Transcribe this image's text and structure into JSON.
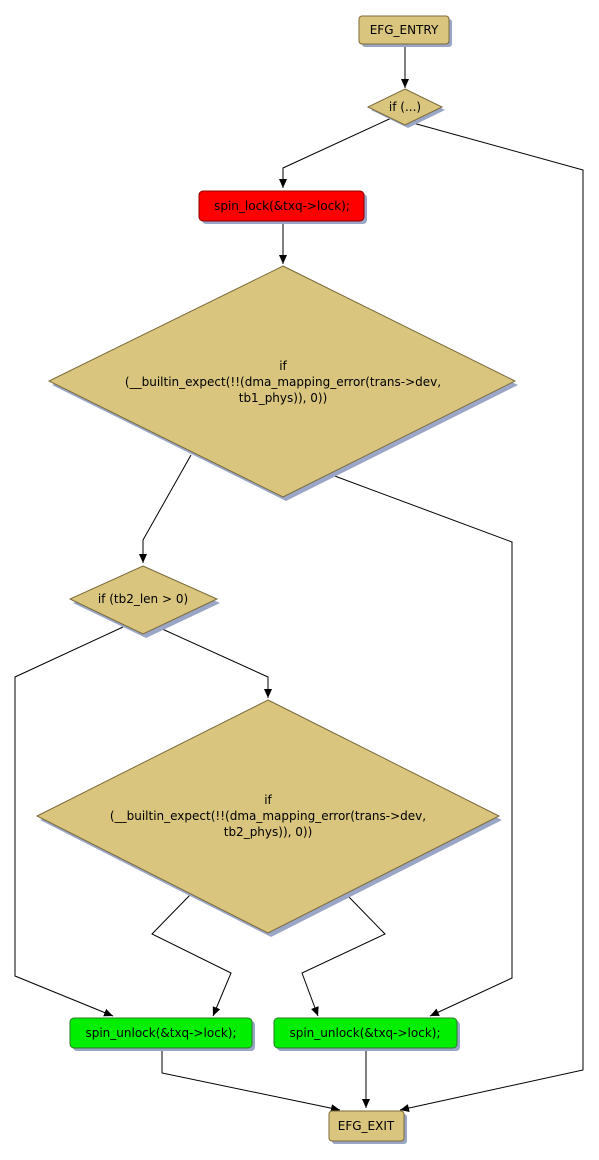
{
  "colors": {
    "decision_fill": "#D9C57E",
    "terminal_fill": "#D9C57E",
    "lock_fill": "#FF0000",
    "unlock_fill": "#00EE00",
    "shadow": "#9AA6C6",
    "outline": "#7A6A3A",
    "edge": "#000000"
  },
  "nodes": {
    "entry": "EFG_ENTRY",
    "if_generic": "if (...)",
    "spin_lock": "spin_lock(&txq->lock);",
    "if_tb1": [
      "if",
      "(__builtin_expect(!!(dma_mapping_error(trans->dev,",
      "tb1_phys)), 0))"
    ],
    "if_tb2_len": "if (tb2_len > 0)",
    "if_tb2": [
      "if",
      "(__builtin_expect(!!(dma_mapping_error(trans->dev,",
      "tb2_phys)), 0))"
    ],
    "spin_unlock_left": "spin_unlock(&txq->lock);",
    "spin_unlock_right": "spin_unlock(&txq->lock);",
    "exit": "EFG_EXIT"
  }
}
